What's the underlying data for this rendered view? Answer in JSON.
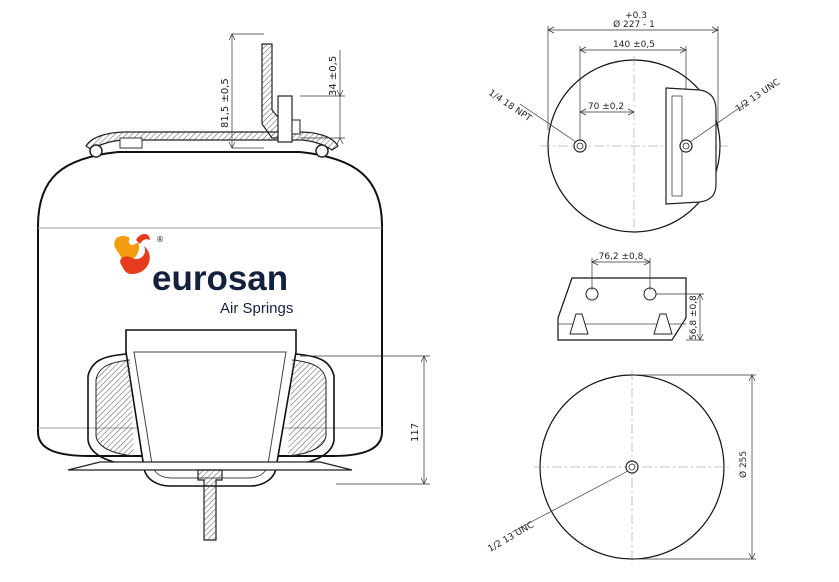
{
  "brand": {
    "name": "eurosan",
    "tagline": "Air Springs",
    "registered": "®",
    "colors": {
      "navy": "#14213d",
      "orange": "#f39c12",
      "red": "#e63c1e"
    }
  },
  "side_view": {
    "height_total": "81,5 ±0,5",
    "height_stud": "34 ±0,5",
    "height_piston": "117"
  },
  "top_view": {
    "diameter_tol_upper": "+0.3",
    "diameter": "Ø 227 - 1",
    "bolt_spacing": "140 ±0,5",
    "offset": "70 ±0,2",
    "port_thread": "1/4 18 NPT",
    "stud_thread": "1/2 13 UNC"
  },
  "bracket_view": {
    "hole_spacing": "76,2 ±0,8",
    "hole_height": "56,8 ±0,8"
  },
  "bottom_view": {
    "diameter": "Ø 255",
    "stud_thread": "1/2 13 UNC"
  },
  "icons": {
    "logo": "flame-logo-icon"
  }
}
